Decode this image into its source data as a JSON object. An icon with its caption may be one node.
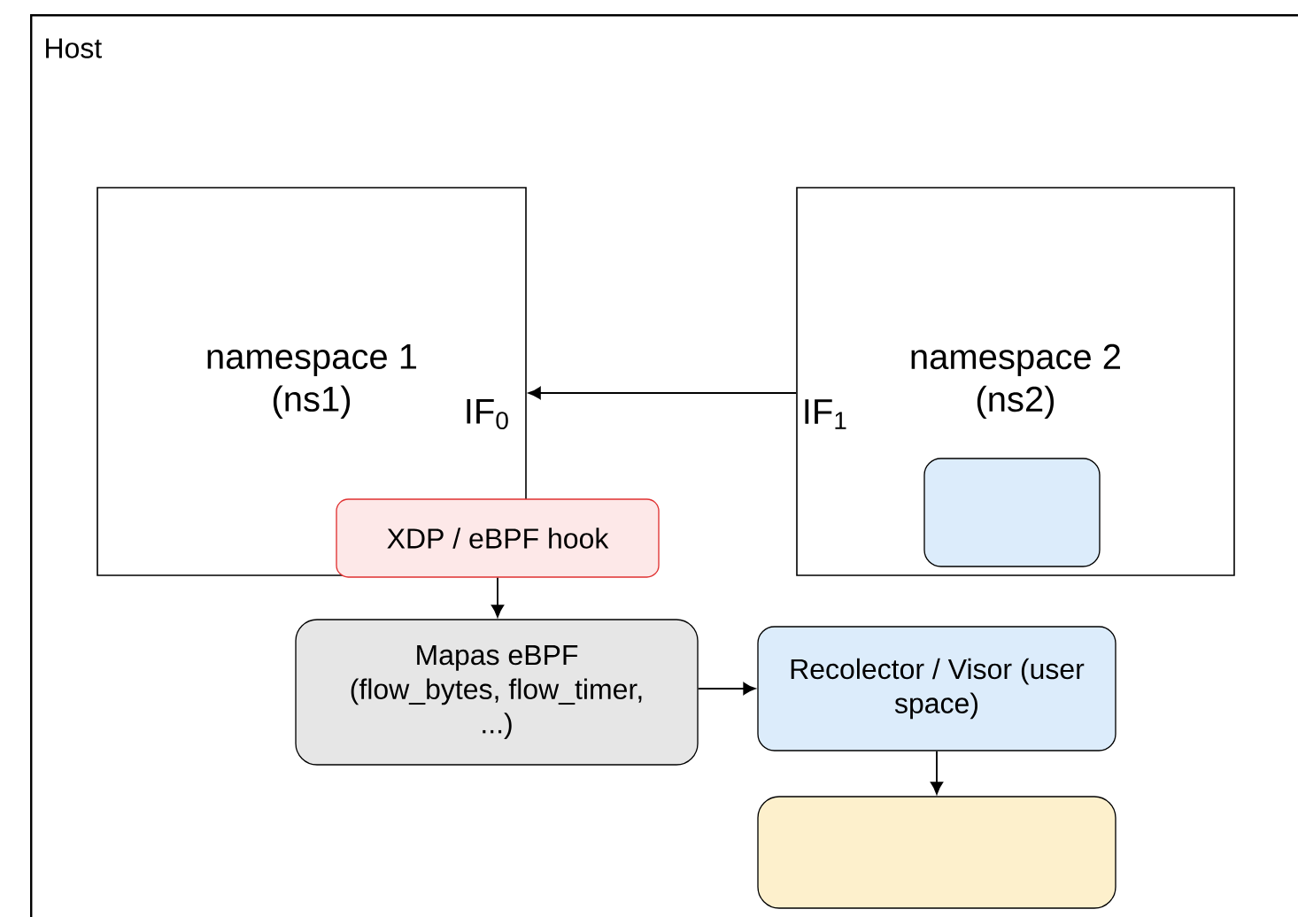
{
  "diagram": {
    "nodes": [
      {
        "text": [
          "Host"
        ]
      },
      {
        "text": [
          "namespace 1 (ns1)"
        ],
        "in": 0
      },
      {
        "text": [
          "namespace 2 (ns2)"
        ],
        "in": 0
      },
      {
        "text": [],
        "shape": "box",
        "in": 2
      },
      {
        "text": [
          "XDP / eBPF hook"
        ],
        "in": 0
      },
      {
        "text": [
          "Mapas eBPF (flow_bytes, flow_timer, ...)"
        ],
        "in": 0
      },
      {
        "text": [
          "Recolector / Visor (user space)"
        ],
        "in": 0
      },
      {
        "text": [],
        "shape": "box",
        "in": 0
      }
    ],
    "edges": [
      {
        "from": 2,
        "to": 1,
        "arrow": "to"
      },
      {
        "from": 4,
        "to": 5,
        "arrow": "to"
      },
      {
        "from": 5,
        "to": 6,
        "arrow": "to"
      },
      {
        "from": 6,
        "to": 7,
        "arrow": "to"
      }
    ],
    "labels": [
      "IF$_{0}$",
      "IF$_{1}$"
    ]
  }
}
